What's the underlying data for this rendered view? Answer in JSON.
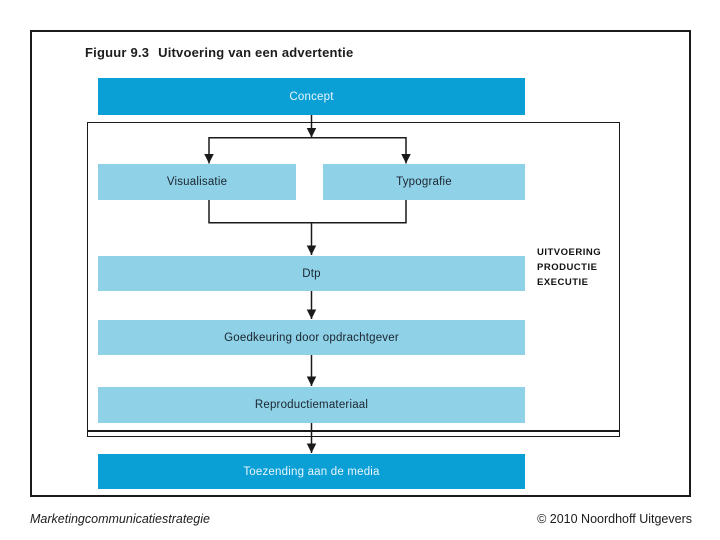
{
  "header": {
    "figure_label": "Figuur 9.3",
    "figure_title": "Uitvoering van een advertentie"
  },
  "diagram": {
    "nodes": {
      "concept": {
        "label": "Concept",
        "style": "dark"
      },
      "visualisatie": {
        "label": "Visualisatie",
        "style": "light"
      },
      "typografie": {
        "label": "Typografie",
        "style": "light"
      },
      "dtp": {
        "label": "Dtp",
        "style": "light"
      },
      "goedkeuring": {
        "label": "Goedkeuring door opdrachtgever",
        "style": "light"
      },
      "reproductiemateriaal": {
        "label": "Reproductiemateriaal",
        "style": "light"
      },
      "toezending": {
        "label": "Toezending aan de media",
        "style": "dark"
      }
    },
    "edges": [
      [
        "concept",
        "visualisatie"
      ],
      [
        "concept",
        "typografie"
      ],
      [
        "visualisatie",
        "dtp"
      ],
      [
        "typografie",
        "dtp"
      ],
      [
        "dtp",
        "goedkeuring"
      ],
      [
        "goedkeuring",
        "reproductiemateriaal"
      ],
      [
        "reproductiemateriaal",
        "toezending"
      ]
    ],
    "side_label": {
      "line1": "UITVOERING",
      "line2": "PRODUCTIE",
      "line3": "EXECUTIE"
    }
  },
  "footer": {
    "left": "Marketingcommunicatiestrategie",
    "right": "© 2010 Noordhoff Uitgevers"
  },
  "colors": {
    "background": "#FFFFFF",
    "dark_box": "#0A9FD5",
    "light_box": "#8FD2E8",
    "dark_box_text": "#E9F6FC",
    "light_box_text": "#1A242E",
    "line": "#1A1A1A"
  }
}
